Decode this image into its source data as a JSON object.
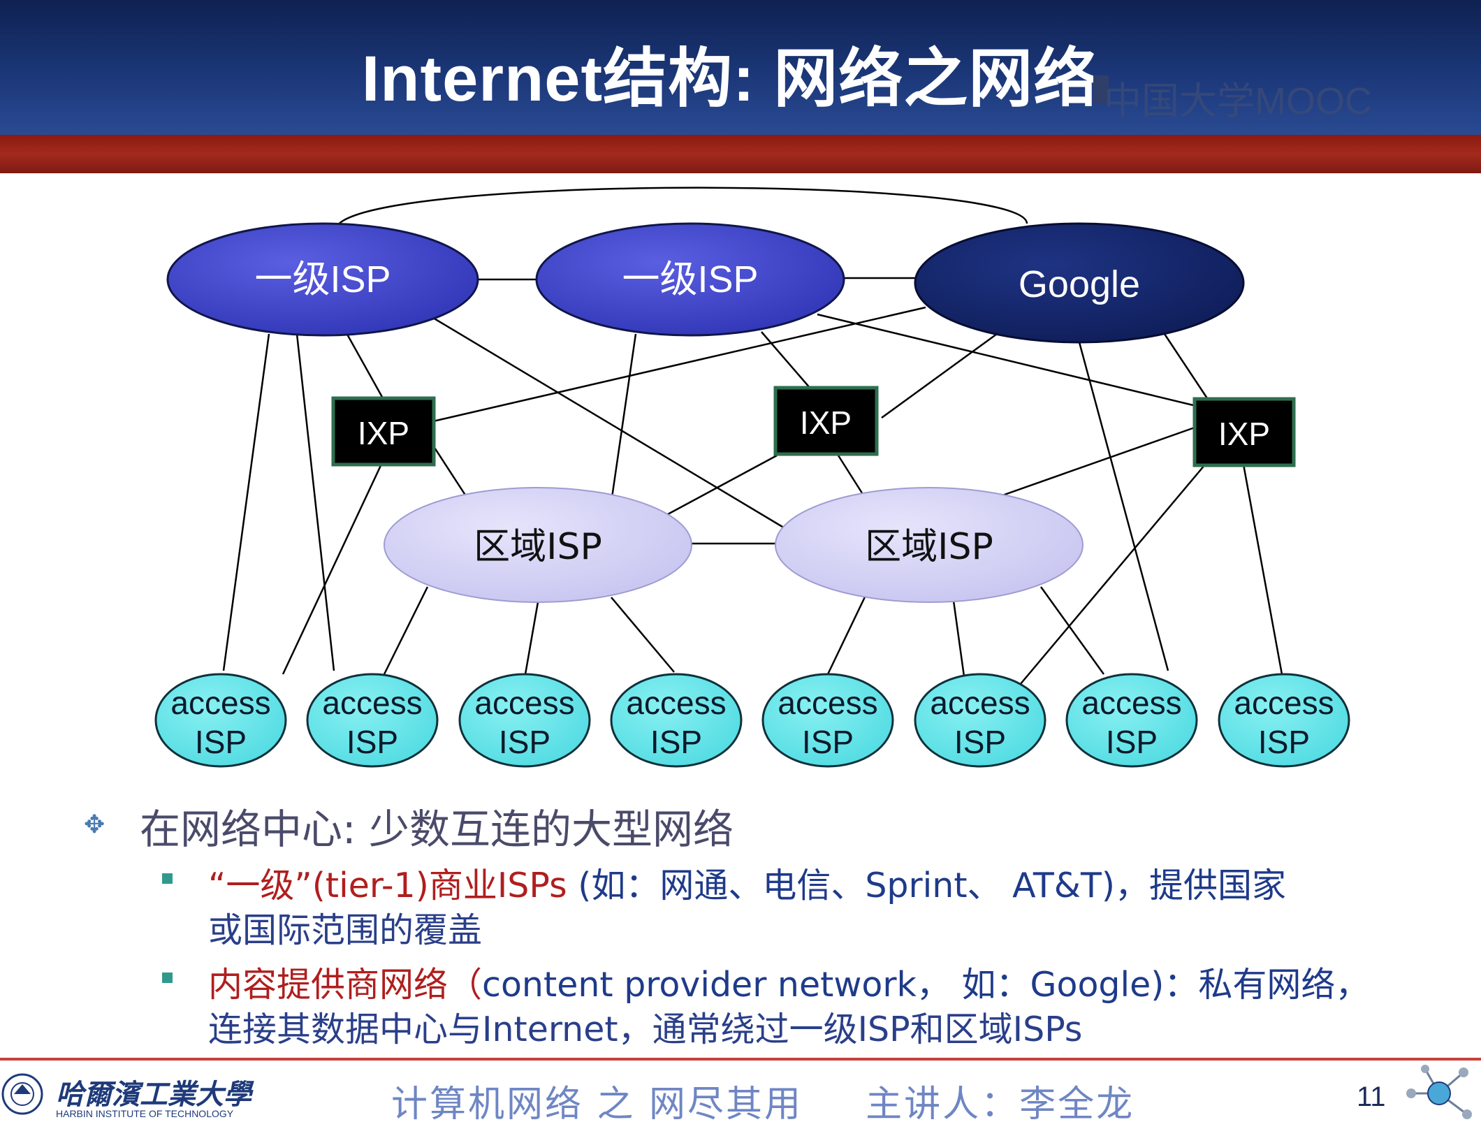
{
  "slide": {
    "title": "Internet结构: 网络之网络",
    "watermark": "中国大学MOOC",
    "page_number": "11"
  },
  "diagram": {
    "tier1_label": "一级ISP",
    "google_label": "Google",
    "ixp_label": "IXP",
    "regional_label": "区域ISP",
    "access_line1": "access",
    "access_line2": "ISP",
    "colors": {
      "tier1": "#3a3ec8",
      "google": "#12236a",
      "ixp": "#000000",
      "ixp_border": "#2e6e4e",
      "regional": "#d4d2f6",
      "access": "#66e6ea"
    }
  },
  "bullets": {
    "level1": "在网络中心: 少数互连的大型网络",
    "item1": {
      "red": "“一级”(tier-1)商业ISPs",
      "blue": " (如：网通、电信、Sprint、 AT&T)，提供国家",
      "cont": "或国际范围的覆盖"
    },
    "item2": {
      "red": "内容提供商网络（",
      "blue": "content provider network， 如：Google)：私有网络，",
      "cont": "连接其数据中心与Internet，通常绕过一级ISP和区域ISPs"
    }
  },
  "footer": {
    "university_cn": "哈爾濱工業大學",
    "university_en": "HARBIN INSTITUTE OF TECHNOLOGY",
    "course": "计算机网络 之 网尽其用",
    "lecturer": "主讲人：李全龙"
  }
}
